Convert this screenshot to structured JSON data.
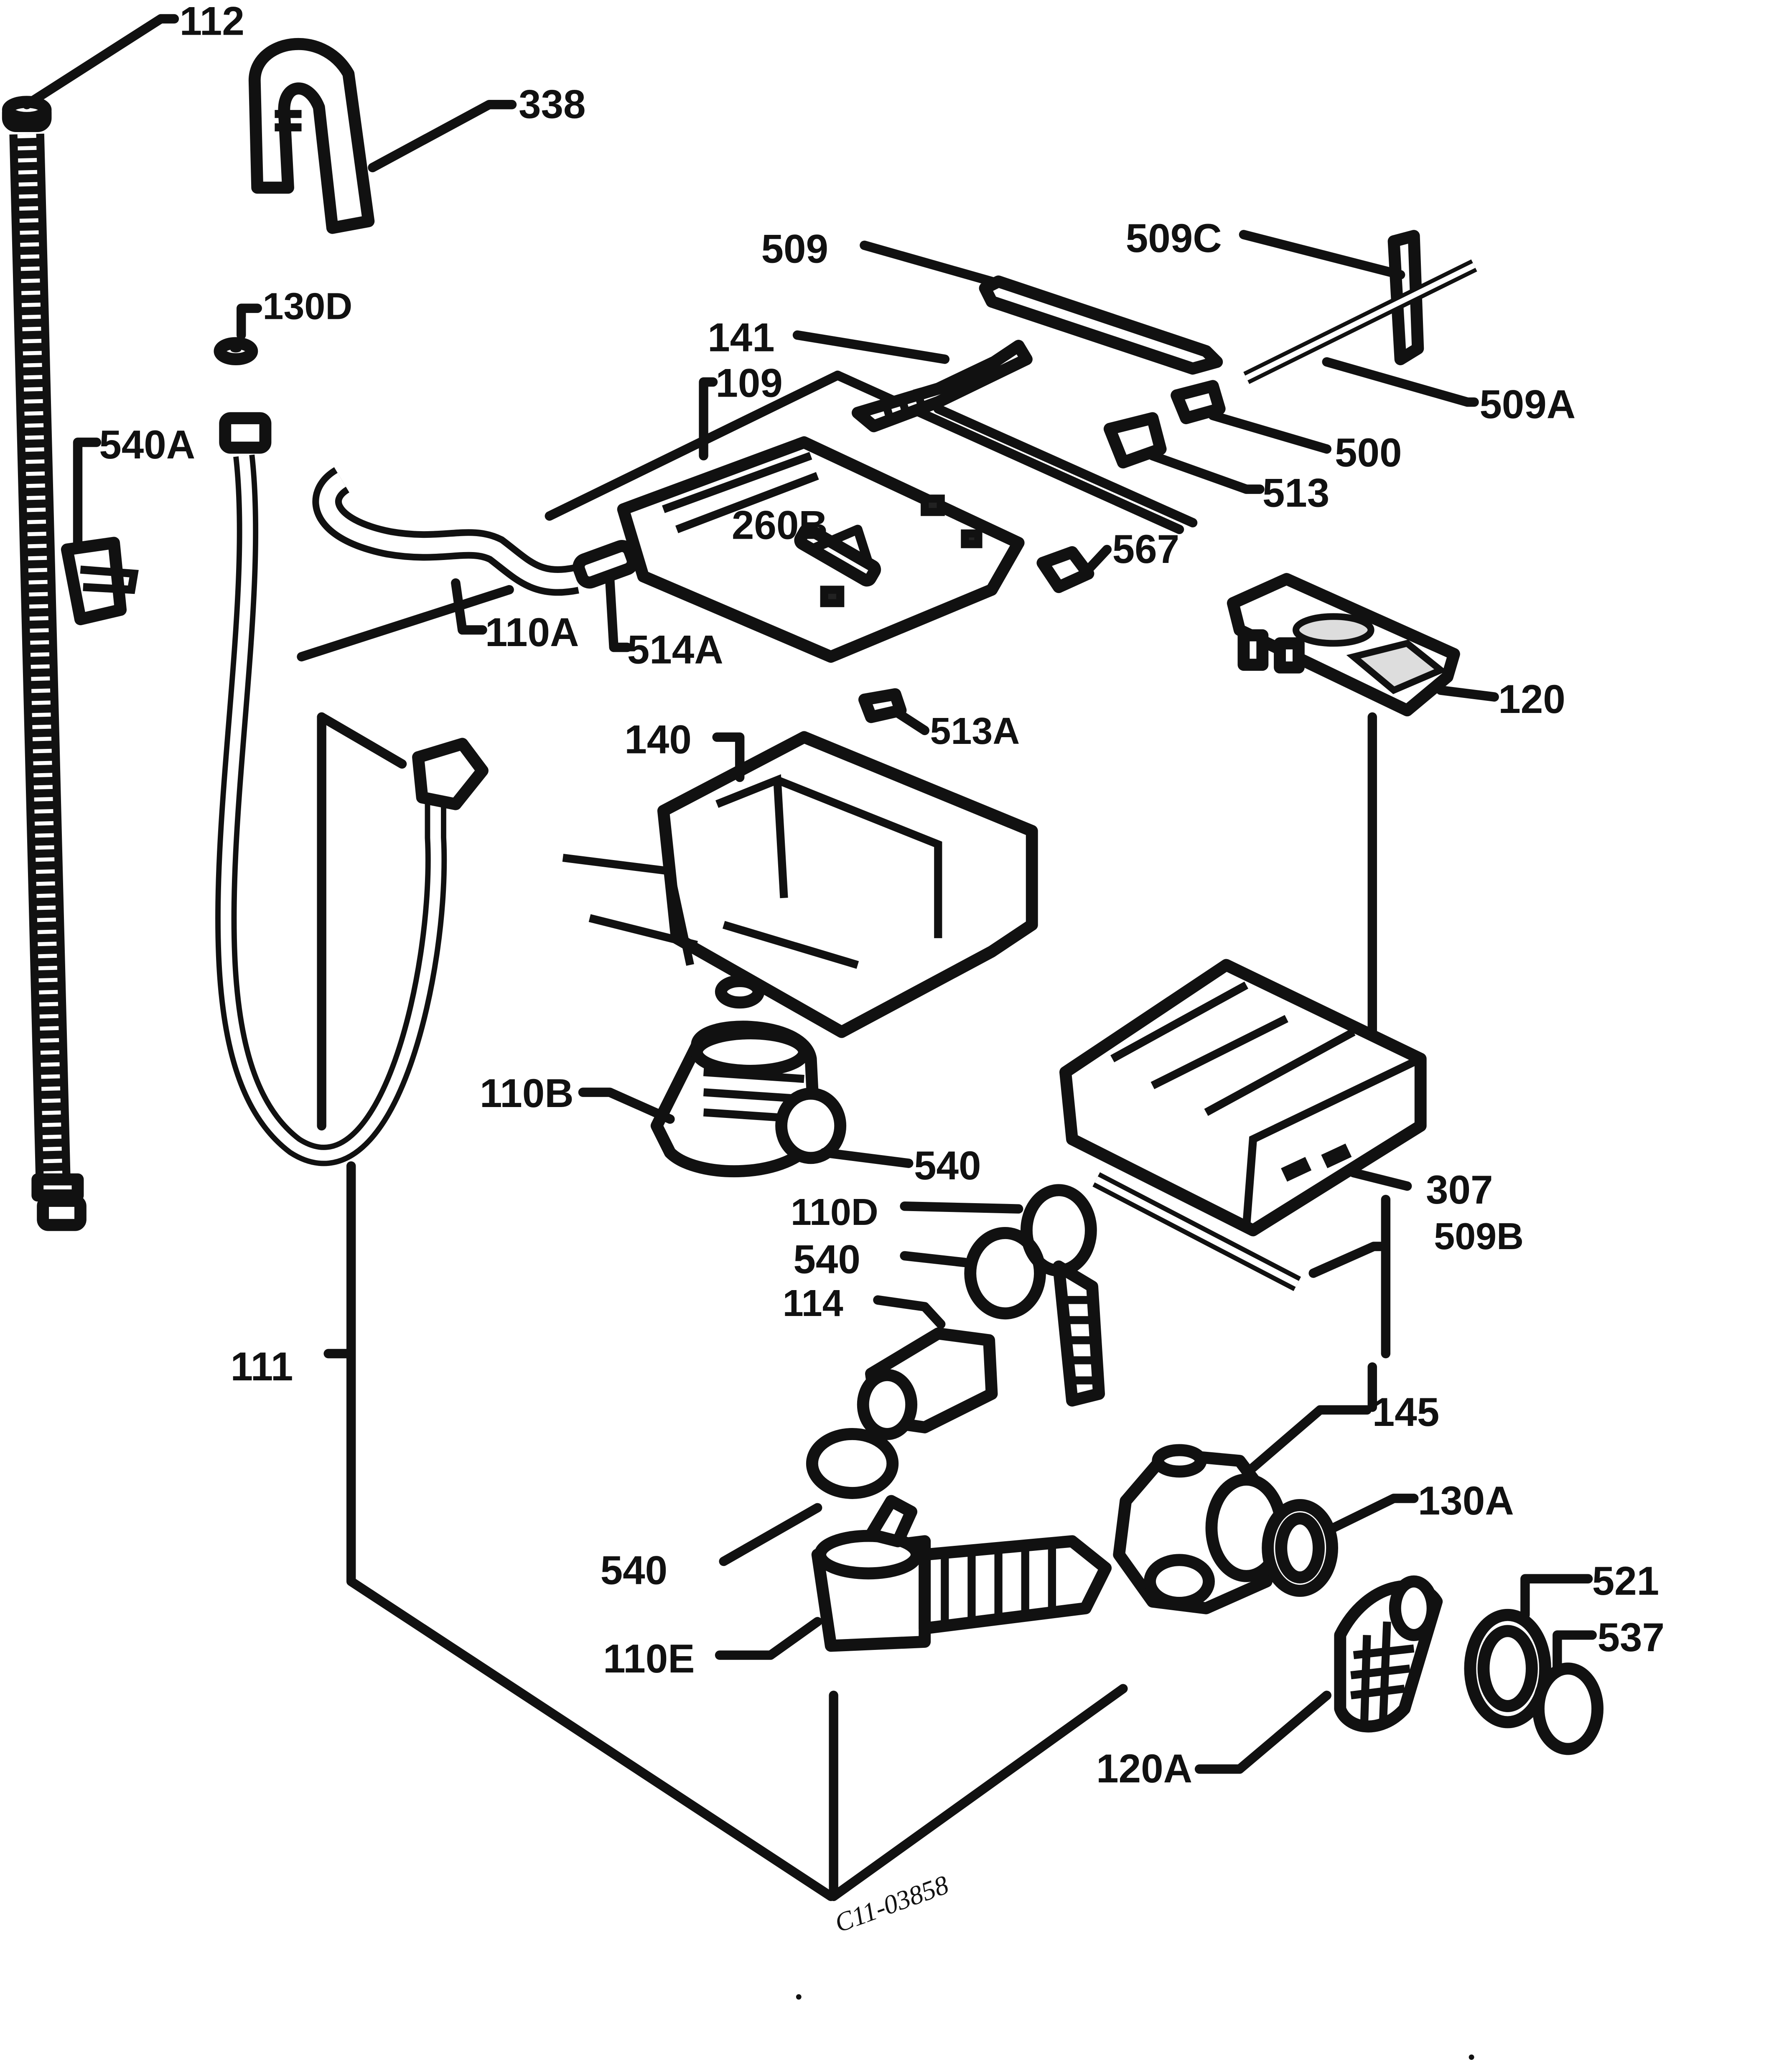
{
  "diagram": {
    "labels": {
      "l112": "112",
      "l338": "338",
      "l509": "509",
      "l509c": "509C",
      "l130d": "130D",
      "l141": "141",
      "l109": "109",
      "l509a": "509A",
      "l540a": "540A",
      "l500": "500",
      "l513": "513",
      "l260b": "260B",
      "l567": "567",
      "l110a": "110A",
      "l514a": "514A",
      "l120": "120",
      "l513a": "513A",
      "l140": "140",
      "l110b": "110B",
      "l540_1": "540",
      "l307": "307",
      "l110d": "110D",
      "l509b": "509B",
      "l540_2": "540",
      "l114": "114",
      "l111": "111",
      "l145": "145",
      "l130a": "130A",
      "l540_3": "540",
      "l521": "521",
      "l537": "537",
      "l110e": "110E",
      "l120a": "120A",
      "drawing_ref": "C11-03858"
    }
  }
}
